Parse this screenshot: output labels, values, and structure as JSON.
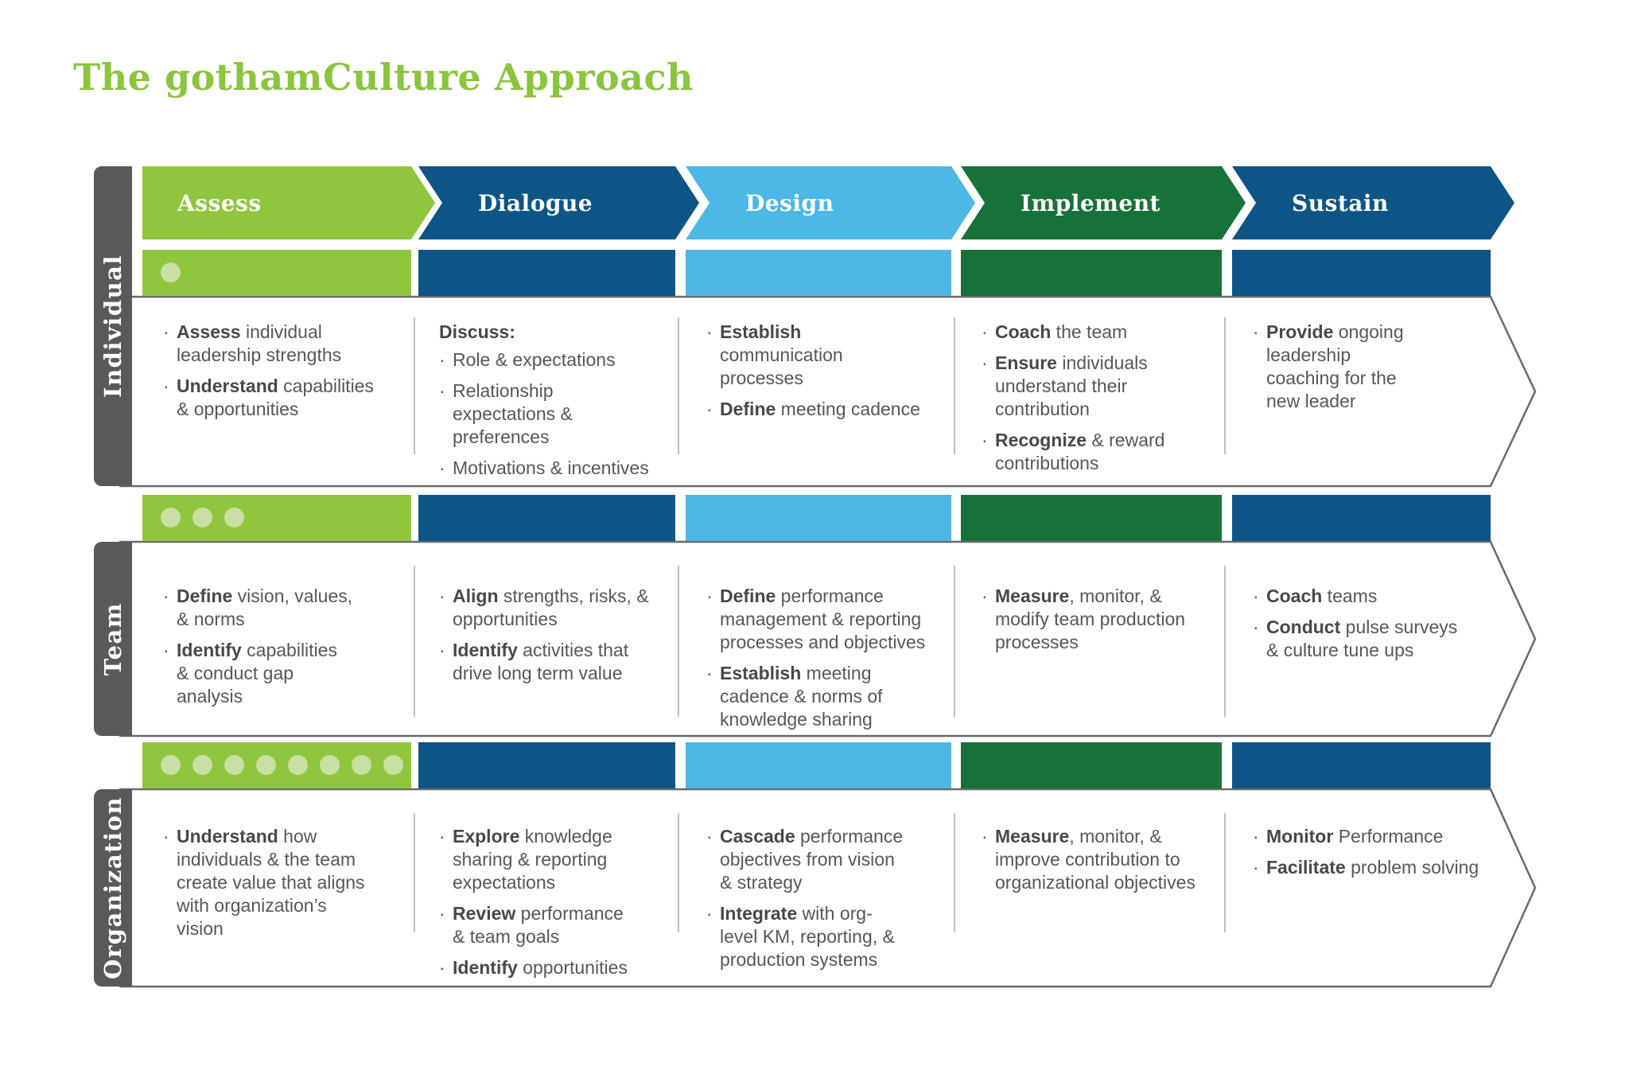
{
  "title": "The gothamCulture Approach",
  "colors": {
    "lime": "#8fc63e",
    "dark_blue": "#0d5586",
    "light_blue": "#4db7e5",
    "dark_green": "#177239",
    "sidebar_gray": "#58595b",
    "dot_green": "#c9dfa4",
    "panel_border": "#696a6c",
    "title_green": "#8bc53f"
  },
  "phases": [
    {
      "label": "Assess",
      "color": "#8fc63e"
    },
    {
      "label": "Dialogue",
      "color": "#0d5586"
    },
    {
      "label": "Design",
      "color": "#4db7e5"
    },
    {
      "label": "Implement",
      "color": "#177239"
    },
    {
      "label": "Sustain",
      "color": "#0d5586"
    }
  ],
  "rows": [
    {
      "label": "Individual",
      "dots": 1,
      "cells": [
        {
          "items": [
            {
              "lead": "Assess",
              "text": "individual leadership strengths"
            },
            {
              "lead": "Understand",
              "text": "capabilities & opportunities"
            }
          ]
        },
        {
          "heading": "Discuss:",
          "items": [
            {
              "lead": "",
              "text": "Role & expectations"
            },
            {
              "lead": "",
              "text": "Relationship expectations & preferences"
            },
            {
              "lead": "",
              "text": "Motivations & incentives"
            }
          ]
        },
        {
          "items": [
            {
              "lead": "Establish",
              "text": "communication processes"
            },
            {
              "lead": "Define",
              "text": "meeting cadence"
            }
          ]
        },
        {
          "items": [
            {
              "lead": "Coach",
              "text": "the team"
            },
            {
              "lead": "Ensure",
              "text": "individuals understand their contribution"
            },
            {
              "lead": "Recognize",
              "text": "& reward contributions"
            }
          ]
        },
        {
          "items": [
            {
              "lead": "Provide",
              "text": "ongoing leadership coaching for the new leader"
            }
          ]
        }
      ]
    },
    {
      "label": "Team",
      "dots": 3,
      "cells": [
        {
          "items": [
            {
              "lead": "Define",
              "text": "vision, values, & norms"
            },
            {
              "lead": "Identify",
              "text": "capabilities & conduct gap analysis"
            }
          ]
        },
        {
          "items": [
            {
              "lead": "Align",
              "text": "strengths, risks, & opportunities"
            },
            {
              "lead": "Identify",
              "text": "activities that drive long term value"
            }
          ]
        },
        {
          "items": [
            {
              "lead": "Define",
              "text": "performance management & reporting processes and objectives"
            },
            {
              "lead": "Establish",
              "text": "meeting cadence & norms of knowledge sharing"
            }
          ]
        },
        {
          "items": [
            {
              "lead": "Measure",
              "text": ", monitor, & modify team production processes"
            }
          ]
        },
        {
          "items": [
            {
              "lead": "Coach",
              "text": "teams"
            },
            {
              "lead": "Conduct",
              "text": "pulse surveys & culture tune ups"
            }
          ]
        }
      ]
    },
    {
      "label": "Organization",
      "dots": 8,
      "cells": [
        {
          "items": [
            {
              "lead": "Understand",
              "text": "how individuals & the team create value that aligns with organization’s vision"
            }
          ]
        },
        {
          "items": [
            {
              "lead": "Explore",
              "text": "knowledge sharing & reporting expectations"
            },
            {
              "lead": "Review",
              "text": "performance & team goals"
            },
            {
              "lead": "Identify",
              "text": "opportunities"
            }
          ]
        },
        {
          "items": [
            {
              "lead": "Cascade",
              "text": "performance objectives from vision & strategy"
            },
            {
              "lead": "Integrate",
              "text": "with org-level KM, reporting, & production systems"
            }
          ]
        },
        {
          "items": [
            {
              "lead": "Measure",
              "text": ", monitor, & improve contribution to organizational objectives"
            }
          ]
        },
        {
          "items": [
            {
              "lead": "Monitor",
              "text": "Performance"
            },
            {
              "lead": "Facilitate",
              "text": "problem solving"
            }
          ]
        }
      ]
    }
  ]
}
